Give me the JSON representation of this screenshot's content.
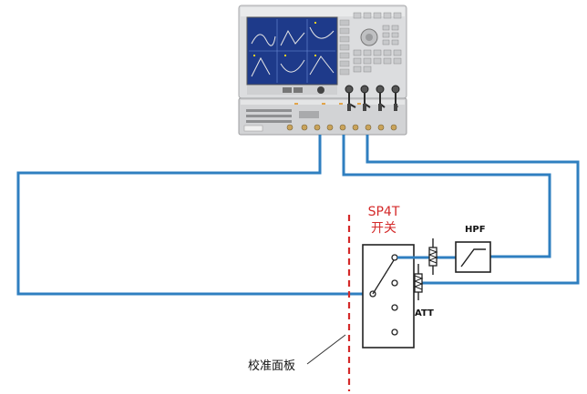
{
  "labels": {
    "switch_title": "SP4T",
    "switch_subtitle": "开关",
    "filter": "HPF",
    "attenuator": "ATT",
    "calibration_panel": "校准面板"
  },
  "colors": {
    "cable": "#2f7fc0",
    "divider": "#d42a2a",
    "switch_title": "#d42a2a",
    "instrument_body": "#d9dadb",
    "screen": "#1e3a8a"
  },
  "icons": {
    "instrument": "network-analyzer-icon",
    "test_set": "test-set-unit-icon",
    "switch": "sp4t-switch-icon",
    "filter": "hpf-icon",
    "attenuator": "attenuator-icon"
  }
}
